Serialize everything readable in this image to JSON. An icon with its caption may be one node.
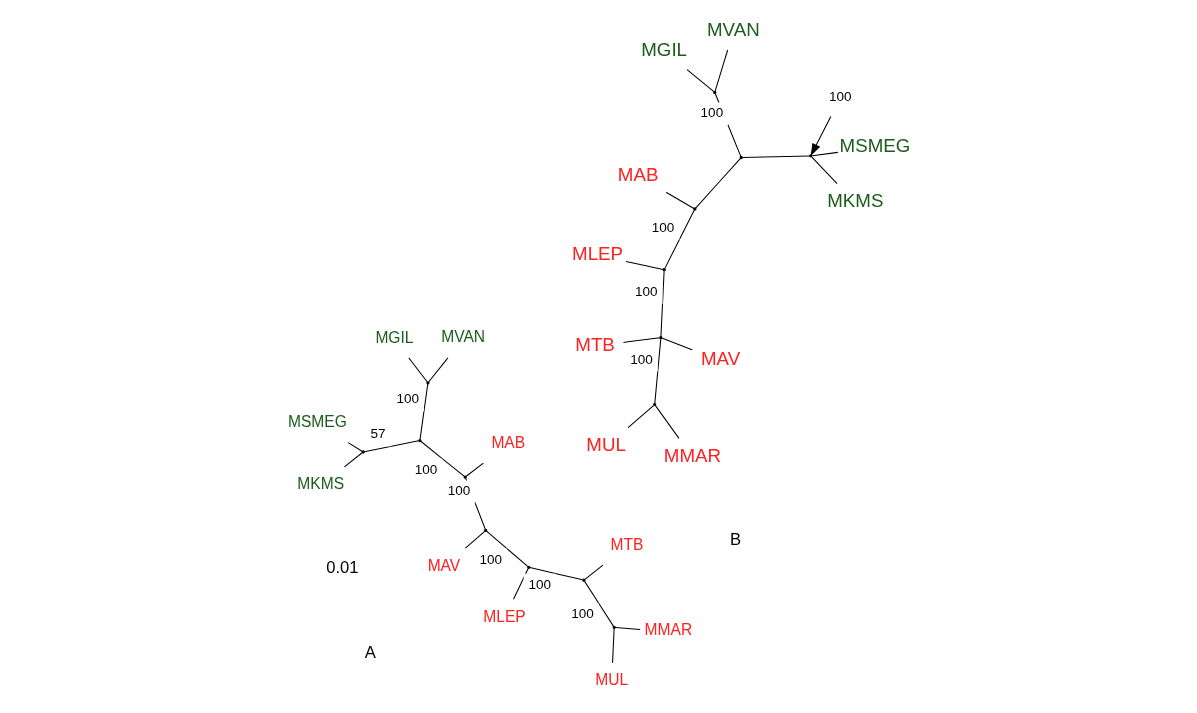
{
  "diagram": {
    "nodes": [
      {
        "text": [
          "MSMEG"
        ]
      },
      {
        "text": [
          "MKMS"
        ]
      },
      {
        "text": [
          "MGIL"
        ]
      },
      {
        "text": [
          "MVAN"
        ]
      },
      {
        "text": [
          "MAB"
        ]
      },
      {
        "text": [
          "MAV"
        ]
      },
      {
        "text": [
          "MLEP"
        ]
      },
      {
        "text": [
          "MTB"
        ]
      },
      {
        "text": [
          "MUL"
        ]
      },
      {
        "text": [
          "MMAR"
        ]
      },
      {
        "text": [],
        "shape": "point"
      },
      {
        "text": [],
        "shape": "point"
      },
      {
        "text": [],
        "shape": "point"
      },
      {
        "text": [],
        "shape": "point"
      },
      {
        "text": [],
        "shape": "point"
      },
      {
        "text": [],
        "shape": "point"
      },
      {
        "text": [],
        "shape": "point"
      },
      {
        "text": [],
        "shape": "point"
      },
      {
        "text": [
          "MAB"
        ]
      },
      {
        "text": [
          "MSMEG"
        ]
      },
      {
        "text": [
          "MKMS"
        ]
      },
      {
        "text": [
          "MGIL"
        ]
      },
      {
        "text": [
          "MVAN"
        ]
      },
      {
        "text": [
          "MLEP"
        ]
      },
      {
        "text": [
          "MUL"
        ]
      },
      {
        "text": [
          "MMAR"
        ]
      },
      {
        "text": [
          "MTB"
        ]
      },
      {
        "text": [
          "MAV"
        ]
      },
      {
        "text": [
          "100"
        ]
      },
      {
        "text": [],
        "shape": "point"
      },
      {
        "text": [],
        "shape": "point"
      },
      {
        "text": [],
        "shape": "point"
      },
      {
        "text": [],
        "shape": "point"
      },
      {
        "text": [],
        "shape": "point"
      },
      {
        "text": [],
        "shape": "point"
      },
      {
        "text": [],
        "shape": "point"
      }
    ],
    "edges": [
      {
        "from": 10,
        "to": 0,
        "arrow": "none"
      },
      {
        "from": 10,
        "to": 1,
        "arrow": "none"
      },
      {
        "from": 11,
        "to": 2,
        "arrow": "none"
      },
      {
        "from": 11,
        "to": 3,
        "arrow": "none"
      },
      {
        "from": 12,
        "to": 10,
        "arrow": "none",
        "label": "57"
      },
      {
        "from": 12,
        "to": 11,
        "arrow": "none",
        "label": "100"
      },
      {
        "from": 13,
        "to": 12,
        "arrow": "none",
        "label": "100"
      },
      {
        "from": 13,
        "to": 4,
        "arrow": "none"
      },
      {
        "from": 14,
        "to": 13,
        "arrow": "none",
        "label": "100"
      },
      {
        "from": 14,
        "to": 5,
        "arrow": "none"
      },
      {
        "from": 15,
        "to": 14,
        "arrow": "none",
        "label": "100"
      },
      {
        "from": 15,
        "to": 6,
        "arrow": "none"
      },
      {
        "from": 16,
        "to": 15,
        "arrow": "none",
        "label": "100"
      },
      {
        "from": 16,
        "to": 7,
        "arrow": "none"
      },
      {
        "from": 17,
        "to": 16,
        "arrow": "none",
        "label": "100"
      },
      {
        "from": 17,
        "to": 8,
        "arrow": "none"
      },
      {
        "from": 17,
        "to": 9,
        "arrow": "none"
      },
      {
        "from": 29,
        "to": 19,
        "arrow": "none"
      },
      {
        "from": 29,
        "to": 20,
        "arrow": "none"
      },
      {
        "from": 30,
        "to": 29,
        "arrow": "none"
      },
      {
        "from": 31,
        "to": 21,
        "arrow": "none"
      },
      {
        "from": 31,
        "to": 22,
        "arrow": "none"
      },
      {
        "from": 30,
        "to": 31,
        "arrow": "none",
        "label": "100"
      },
      {
        "from": 32,
        "to": 30,
        "arrow": "none"
      },
      {
        "from": 32,
        "to": 18,
        "arrow": "none"
      },
      {
        "from": 33,
        "to": 32,
        "arrow": "none",
        "label": "100"
      },
      {
        "from": 33,
        "to": 23,
        "arrow": "none"
      },
      {
        "from": 34,
        "to": 33,
        "arrow": "none",
        "label": "100"
      },
      {
        "from": 34,
        "to": 26,
        "arrow": "none"
      },
      {
        "from": 34,
        "to": 27,
        "arrow": "none"
      },
      {
        "from": 35,
        "to": 34,
        "arrow": "none",
        "label": "100"
      },
      {
        "from": 35,
        "to": 24,
        "arrow": "none"
      },
      {
        "from": 35,
        "to": 25,
        "arrow": "none"
      },
      {
        "from": 28,
        "to": 29,
        "arrow": "to"
      }
    ],
    "labels": [
      "A",
      "B",
      "0.01"
    ]
  }
}
